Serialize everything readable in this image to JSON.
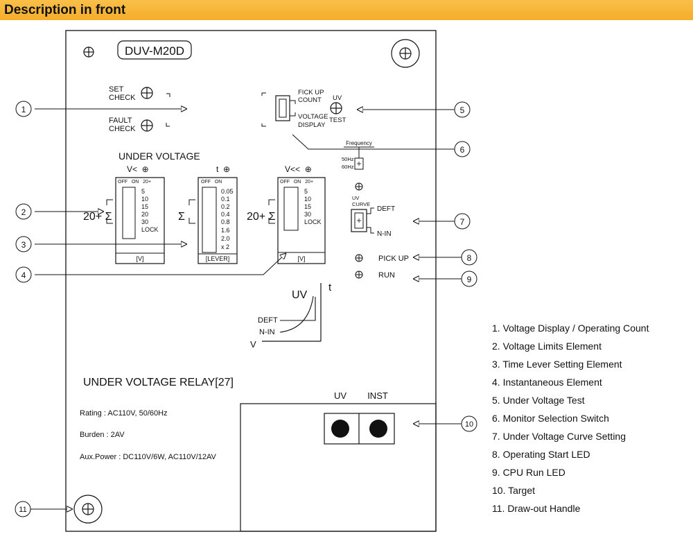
{
  "header": {
    "title": "Description in front"
  },
  "panel": {
    "model": "DUV-M20D",
    "set_check": [
      "SET",
      "CHECK"
    ],
    "fault_check": [
      "FAULT",
      "CHECK"
    ],
    "monitor_switch": {
      "top": [
        "FICK UP",
        "COUNT"
      ],
      "bottom": [
        "VOLTAGE",
        "DISPLAY"
      ]
    },
    "uv_test": [
      "UV",
      "TEST"
    ],
    "frequency": {
      "title": "Frequency",
      "hz50": "50Hz",
      "hz60": "60Hz"
    },
    "under_voltage_title": "UNDER VOLTAGE",
    "switches": [
      {
        "header": "V<  ⊕",
        "off_on": "OFF   ON   20+",
        "values": [
          "5",
          "10",
          "15",
          "20",
          "30",
          "LOCK"
        ],
        "unit": "[V]",
        "prefix": "20+ Σ"
      },
      {
        "header": "t  ⊕",
        "off_on": "OFF   ON",
        "values": [
          "0.05",
          "0.1",
          "0.2",
          "0.4",
          "0.8",
          "1.6",
          "2.0",
          "x 2"
        ],
        "unit": "[LEVER]",
        "prefix": "Σ"
      },
      {
        "header": "V<<  ⊕",
        "off_on": "OFF   ON   20+",
        "values": [
          "5",
          "10",
          "15",
          "30",
          "LOCK"
        ],
        "unit": "[V]",
        "prefix": "20+ Σ"
      }
    ],
    "uv_curve": {
      "label": [
        "UV",
        "CURVE"
      ],
      "deft": "DEFT",
      "nin": "N-IN"
    },
    "pick_up": "PICK UP",
    "run": "RUN",
    "curve_graph": {
      "uv": "UV",
      "t": "t",
      "deft": "DEFT",
      "nin": "N-IN",
      "v": "V"
    },
    "relay_title": "UNDER VOLTAGE RELAY[27]",
    "specs": [
      "Rating : AC110V, 50/60Hz",
      "Burden : 2AV",
      "Aux.Power : DC110V/6W, AC110V/12AV"
    ],
    "target_labels": {
      "uv": "UV",
      "inst": "INST"
    }
  },
  "callouts": [
    "1",
    "2",
    "3",
    "4",
    "5",
    "6",
    "7",
    "8",
    "9",
    "10",
    "11"
  ],
  "legend": [
    "1. Voltage Display / Operating Count",
    "2. Voltage Limits Element",
    "3. Time Lever Setting Element",
    "4. Instantaneous Element",
    "5. Under Voltage Test",
    "6. Monitor Selection Switch",
    "7. Under Voltage Curve Setting",
    "8. Operating Start LED",
    "9. CPU Run LED",
    "10. Target",
    "11. Draw-out Handle"
  ]
}
